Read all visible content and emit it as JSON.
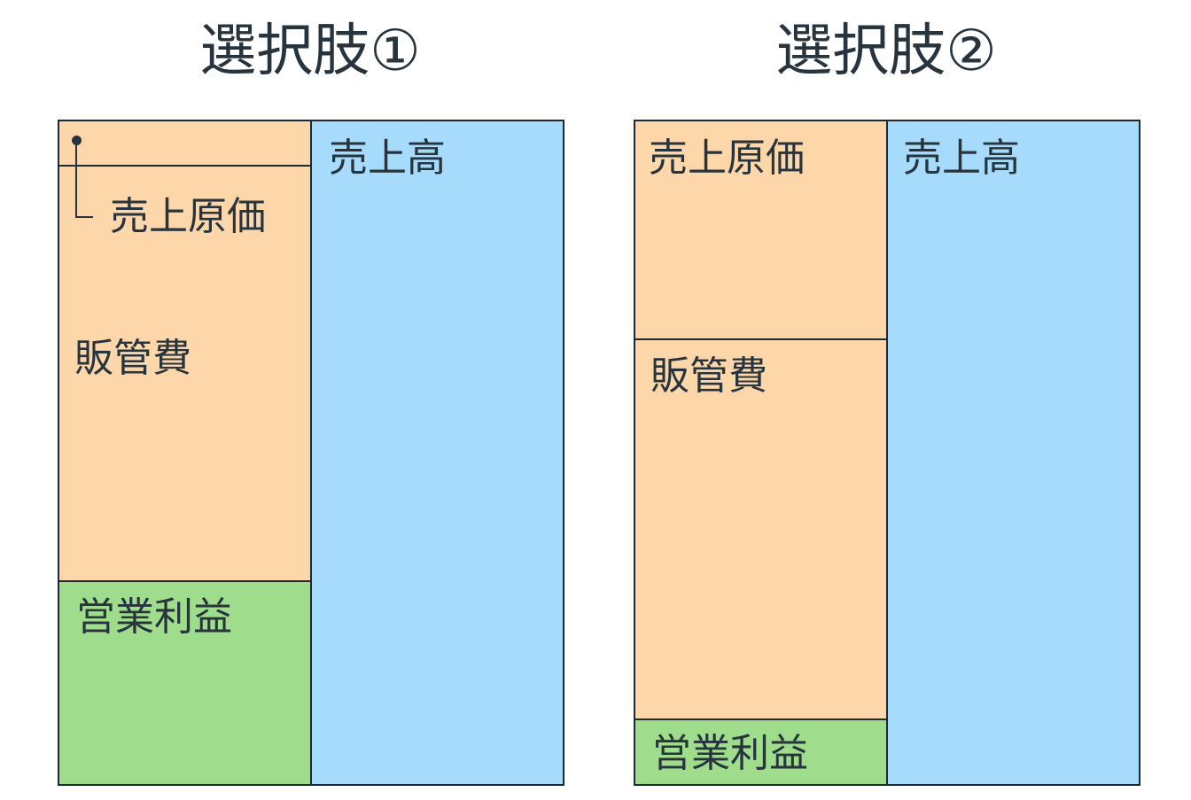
{
  "option1": {
    "title": "選択肢①",
    "revenue": "売上高",
    "cost_of_sales": "売上原価",
    "sga": "販管費",
    "operating_profit": "営業利益"
  },
  "option2": {
    "title": "選択肢②",
    "revenue": "売上高",
    "cost_of_sales": "売上原価",
    "sga": "販管費",
    "operating_profit": "営業利益"
  },
  "colors": {
    "costs": "#fdd7a9",
    "revenue": "#a6dbfc",
    "profit": "#9fdd8c"
  }
}
